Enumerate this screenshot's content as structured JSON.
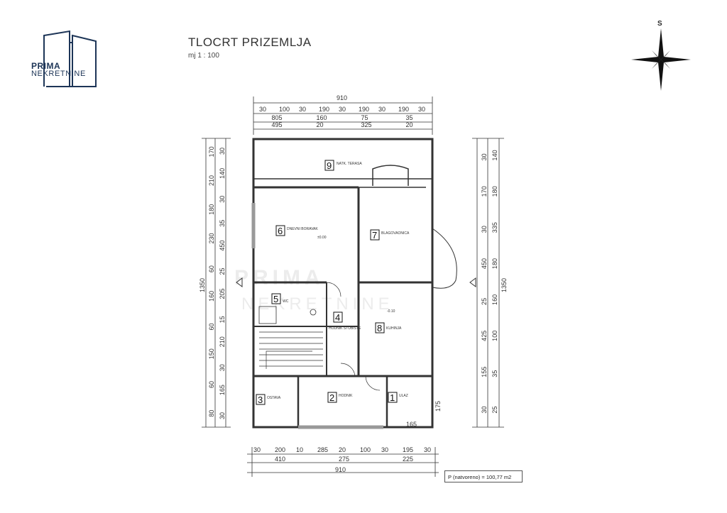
{
  "brand": {
    "line1": "PRIMA",
    "line2": "NEKRETNINE",
    "color": "#1d3557"
  },
  "header": {
    "title": "TLOCRT PRIZEMLJA",
    "scale": "mj 1 : 100"
  },
  "compass": {
    "label": "S"
  },
  "watermark": {
    "line1": "PRIMA",
    "line2": "NEKRETNINE"
  },
  "area_label": "P (natvoreno) = 100,77 m2",
  "level_marks": {
    "room6": "±0.00",
    "room8": "-0.10"
  },
  "rooms": [
    {
      "number": "1",
      "label": "ULAZ"
    },
    {
      "number": "2",
      "label": "HODNIK"
    },
    {
      "number": "3",
      "label": "OSTAVA"
    },
    {
      "number": "4",
      "label": "HODNIK STUBIŠTE"
    },
    {
      "number": "5",
      "label": "WC"
    },
    {
      "number": "6",
      "label": "DNEVNI BORAVAK"
    },
    {
      "number": "7",
      "label": "BLAGOVAONICA"
    },
    {
      "number": "8",
      "label": "KUHINJA"
    },
    {
      "number": "9",
      "label": "NATK. TERASA"
    }
  ],
  "dims": {
    "top": {
      "overall": "910",
      "row1": [
        "30",
        "100",
        "30",
        "190",
        "30",
        "190",
        "30",
        "190",
        "30"
      ],
      "row2": [
        "805",
        "160",
        "75",
        "35"
      ],
      "row3": [
        "495",
        "20",
        "325",
        "20"
      ]
    },
    "bottom": {
      "row1": [
        "30",
        "200",
        "10",
        "285",
        "20",
        "100",
        "30",
        "195",
        "30"
      ],
      "row2": [
        "410",
        "275",
        "225"
      ],
      "overall": "910",
      "extra": "165"
    },
    "left": {
      "overall": "1350",
      "col1": [
        "170",
        "210",
        "180",
        "230",
        "60",
        "160",
        "60",
        "150",
        "60",
        "80"
      ],
      "col2": [
        "30",
        "140",
        "30",
        "35",
        "450",
        "25",
        "205",
        "15",
        "210",
        "30",
        "165",
        "30"
      ]
    },
    "right": {
      "overall": "1350",
      "col1": [
        "30",
        "170",
        "30",
        "450",
        "25",
        "425",
        "155",
        "30"
      ],
      "col2": [
        "140",
        "180",
        "335",
        "180",
        "160",
        "100",
        "35",
        "25"
      ],
      "extra": "175"
    }
  }
}
